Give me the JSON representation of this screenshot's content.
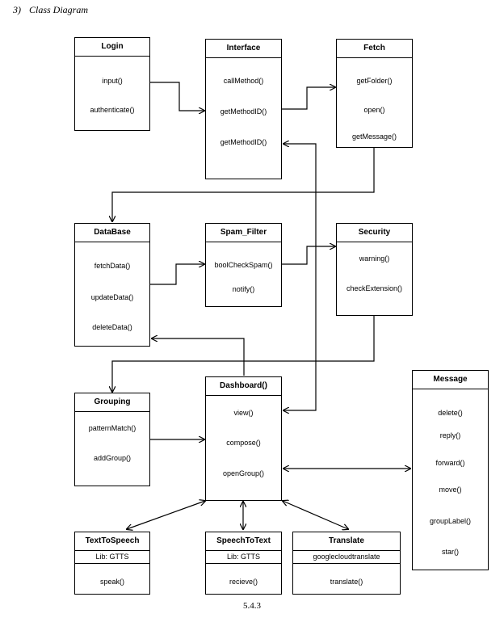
{
  "heading": {
    "number": "3)",
    "title": "Class Diagram"
  },
  "classes": {
    "login": {
      "name": "Login",
      "methods": [
        "input()",
        "authenticate()"
      ]
    },
    "interface": {
      "name": "Interface",
      "methods": [
        "callMethod()",
        "getMethodID()",
        "getMethodID()"
      ]
    },
    "fetch": {
      "name": "Fetch",
      "methods": [
        "getFolder()",
        "open()",
        "getMessage()"
      ]
    },
    "database": {
      "name": "DataBase",
      "methods": [
        "fetchData()",
        "updateData()",
        "deleteData()"
      ]
    },
    "spam_filter": {
      "name": "Spam_Filter",
      "methods": [
        "boolCheckSpam()",
        "notify()"
      ]
    },
    "security": {
      "name": "Security",
      "methods": [
        "warning()",
        "checkExtension()"
      ]
    },
    "grouping": {
      "name": "Grouping",
      "methods": [
        "patternMatch()",
        "addGroup()"
      ]
    },
    "dashboard": {
      "name": "Dashboard()",
      "methods": [
        "view()",
        "compose()",
        "openGroup()"
      ]
    },
    "message": {
      "name": "Message",
      "methods": [
        "delete()",
        "reply()",
        "forward()",
        "move()",
        "groupLabel()",
        "star()"
      ]
    },
    "text_to_speech": {
      "name": "TextToSpeech",
      "attribute": "Lib: GTTS",
      "methods": [
        "speak()"
      ]
    },
    "speech_to_text": {
      "name": "SpeechToText",
      "attribute": "Lib: GTTS",
      "methods": [
        "recieve()"
      ]
    },
    "translate": {
      "name": "Translate",
      "attribute": "googlecloudtranslate",
      "methods": [
        "translate()"
      ]
    }
  },
  "footer": {
    "label": "5.4.3"
  }
}
